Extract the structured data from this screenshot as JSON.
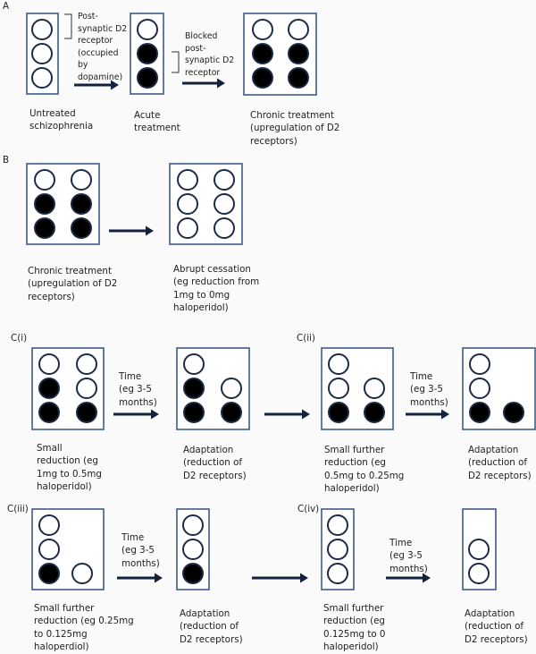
{
  "colors": {
    "box_stroke": "#3d5a8a",
    "circle_stroke": "#1c2b45",
    "filled": "#000000",
    "arrow": "#14213d",
    "background": "#fafafa"
  },
  "panels": {
    "A": {
      "label": "A",
      "annotation_occupied": "Post-\nsynaptic D2\nreceptor\n(occupied\nby\ndopamine)",
      "annotation_blocked": "Blocked\npost-\nsynaptic D2\nreceptor",
      "stages": [
        {
          "caption": "Untreated\nschizophrenia",
          "columns": [
            [
              "open",
              "open",
              "open"
            ]
          ]
        },
        {
          "caption": "Acute\ntreatment",
          "columns": [
            [
              "open",
              "filled",
              "filled"
            ]
          ]
        },
        {
          "caption": "Chronic treatment\n(upregulation of D2\nreceptors)",
          "columns": [
            [
              "open",
              "filled",
              "filled"
            ],
            [
              "open",
              "filled",
              "filled"
            ]
          ]
        }
      ]
    },
    "B": {
      "label": "B",
      "stages": [
        {
          "caption": "Chronic treatment\n(upregulation of D2\nreceptors)",
          "columns": [
            [
              "open",
              "filled",
              "filled"
            ],
            [
              "open",
              "filled",
              "filled"
            ]
          ]
        },
        {
          "caption": "Abrupt cessation\n(eg reduction from\n1mg to 0mg\nhaloperidol)",
          "columns": [
            [
              "open",
              "open",
              "open"
            ],
            [
              "open",
              "open",
              "open"
            ]
          ]
        }
      ]
    },
    "Ci": {
      "label": "C(i)",
      "time_label": "Time\n(eg 3-5\nmonths)",
      "stages": [
        {
          "caption": "Small\nreduction (eg\n1mg to 0.5mg\nhaloperidol)",
          "columns": [
            [
              "open",
              "filled",
              "filled"
            ],
            [
              "open",
              "open",
              "filled"
            ]
          ]
        },
        {
          "caption": "Adaptation\n(reduction of\nD2 receptors)",
          "columns": [
            [
              "open",
              "filled",
              "filled"
            ],
            [
              "empty",
              "open",
              "filled"
            ]
          ]
        }
      ]
    },
    "Cii": {
      "label": "C(ii)",
      "time_label": "Time\n(eg 3-5\nmonths)",
      "stages": [
        {
          "caption": "Small further\nreduction (eg\n0.5mg to 0.25mg\nhaloperidol)",
          "columns": [
            [
              "open",
              "open",
              "filled"
            ],
            [
              "empty",
              "open",
              "filled"
            ]
          ]
        },
        {
          "caption": "Adaptation\n(reduction of\nD2 receptors)",
          "columns": [
            [
              "open",
              "open",
              "filled"
            ],
            [
              "empty",
              "empty",
              "filled"
            ]
          ]
        }
      ]
    },
    "Ciii": {
      "label": "C(iii)",
      "time_label": "Time\n(eg 3-5\nmonths)",
      "stages": [
        {
          "caption": "Small further\nreduction (eg 0.25mg\nto 0.125mg\nhaloperdiol)",
          "columns": [
            [
              "open",
              "open",
              "filled"
            ],
            [
              "empty",
              "empty",
              "open"
            ]
          ]
        },
        {
          "caption": "Adaptation\n(reduction of\nD2 receptors)",
          "columns": [
            [
              "open",
              "open",
              "filled"
            ]
          ]
        }
      ]
    },
    "Civ": {
      "label": "C(iv)",
      "time_label": "Time\n(eg 3-5\nmonths)",
      "stages": [
        {
          "caption": "Small further\nreduction (eg\n0.125mg to 0\nhaloperidol)",
          "columns": [
            [
              "open",
              "open",
              "open"
            ]
          ]
        },
        {
          "caption": "Adaptation\n(reduction of\nD2 receptors)",
          "columns": [
            [
              "empty",
              "open",
              "open"
            ]
          ]
        }
      ]
    }
  }
}
